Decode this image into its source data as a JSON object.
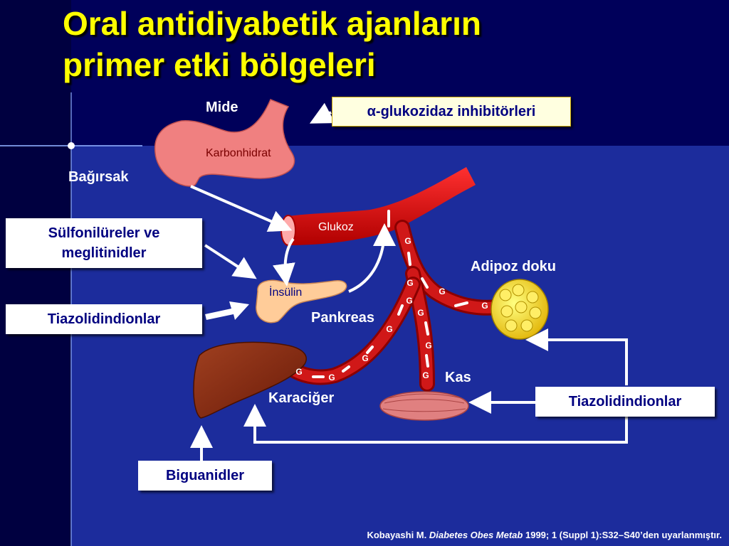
{
  "title": {
    "line1": "Oral antidiyabetik ajanların",
    "line2": "primer etki bölgeleri"
  },
  "organs": {
    "stomach": "Mide",
    "intestine": "Bağırsak",
    "carbohydrate": "Karbonhidrat",
    "glucose": "Glukoz",
    "insulin": "İnsülin",
    "pancreas": "Pankreas",
    "adipose": "Adipoz doku",
    "muscle": "Kas",
    "liver": "Karaciğer"
  },
  "drugs": {
    "alpha_glucosidase": "α-glukozidaz inhibitörleri",
    "sulfonylureas_line1": "Sülfonilüreler ve",
    "sulfonylureas_line2": "meglitinidler",
    "tzd_left": "Tiazolidindionlar",
    "tzd_right": "Tiazolidindionlar",
    "biguanides": "Biguanidler"
  },
  "glucose_marker": "G",
  "citation": {
    "author": "Kobayashi M.",
    "journal": "Diabetes Obes Metab",
    "rest": "1999; 1 (Suppl 1):S32–S40’den uyarlanmıştır."
  },
  "colors": {
    "background": "#00005a",
    "title": "#ffff00",
    "vessel": "#e01010",
    "box_text": "#000080"
  }
}
